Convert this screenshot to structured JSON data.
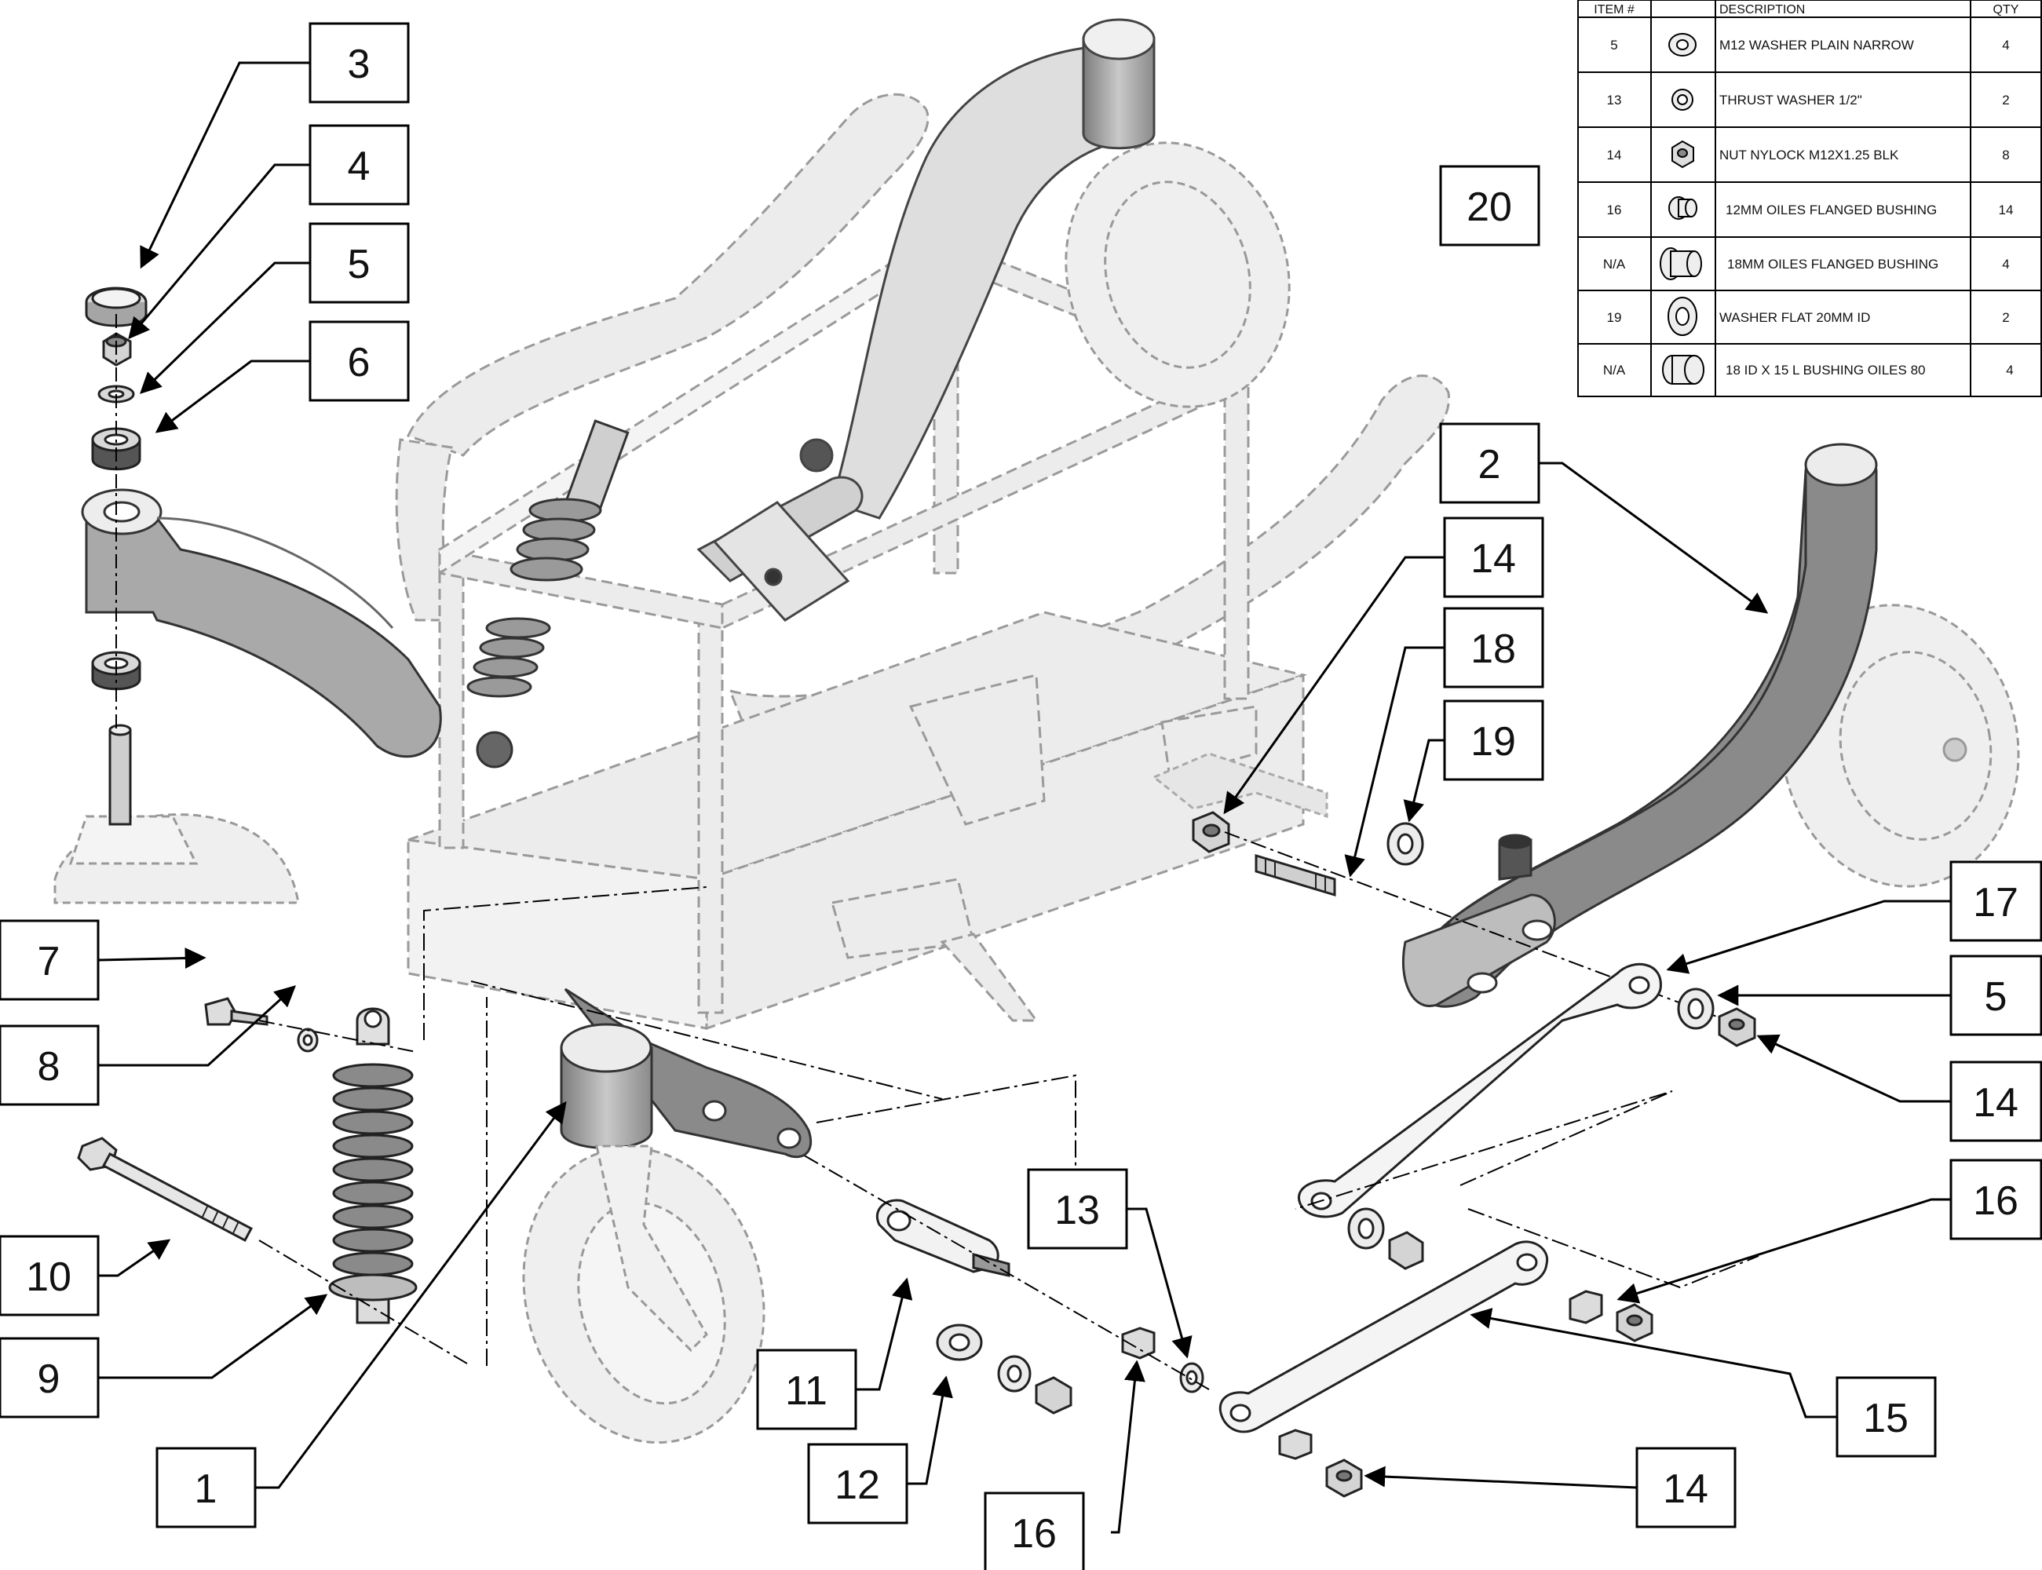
{
  "callouts": [
    {
      "id": "c3",
      "label": "3"
    },
    {
      "id": "c4",
      "label": "4"
    },
    {
      "id": "c5a",
      "label": "5"
    },
    {
      "id": "c6",
      "label": "6"
    },
    {
      "id": "c7",
      "label": "7"
    },
    {
      "id": "c8",
      "label": "8"
    },
    {
      "id": "c10",
      "label": "10"
    },
    {
      "id": "c9",
      "label": "9"
    },
    {
      "id": "c1",
      "label": "1"
    },
    {
      "id": "c11",
      "label": "11"
    },
    {
      "id": "c12",
      "label": "12"
    },
    {
      "id": "c13",
      "label": "13"
    },
    {
      "id": "c16a",
      "label": "16"
    },
    {
      "id": "c20",
      "label": "20"
    },
    {
      "id": "c2",
      "label": "2"
    },
    {
      "id": "c14a",
      "label": "14"
    },
    {
      "id": "c18",
      "label": "18"
    },
    {
      "id": "c19",
      "label": "19"
    },
    {
      "id": "c17",
      "label": "17"
    },
    {
      "id": "c5b",
      "label": "5"
    },
    {
      "id": "c14b",
      "label": "14"
    },
    {
      "id": "c16b",
      "label": "16"
    },
    {
      "id": "c15",
      "label": "15"
    },
    {
      "id": "c14c",
      "label": "14"
    }
  ],
  "parts_table": {
    "headers": {
      "item": "ITEM #",
      "image": "",
      "description": "DESCRIPTION",
      "qty": "QTY"
    },
    "rows": [
      {
        "item": "5",
        "icon": "washer-narrow-icon",
        "description": "M12 WASHER PLAIN NARROW",
        "qty": "4"
      },
      {
        "item": "13",
        "icon": "thrust-washer-icon",
        "description": "THRUST WASHER 1/2\"",
        "qty": "2"
      },
      {
        "item": "14",
        "icon": "hex-nut-icon",
        "description": "NUT NYLOCK M12X1.25 BLK",
        "qty": "8"
      },
      {
        "item": "16",
        "icon": "flanged-bushing-small-icon",
        "description": "12MM OILES FLANGED BUSHING",
        "qty": "14"
      },
      {
        "item": "N/A",
        "icon": "flanged-bushing-large-icon",
        "description": "18MM OILES FLANGED BUSHING",
        "qty": "4"
      },
      {
        "item": "19",
        "icon": "washer-flat-icon",
        "description": "WASHER FLAT 20MM ID",
        "qty": "2"
      },
      {
        "item": "N/A",
        "icon": "bushing-sleeve-icon",
        "description": "18 ID X 15 L BUSHING OILES 80",
        "qty": "4"
      }
    ]
  }
}
